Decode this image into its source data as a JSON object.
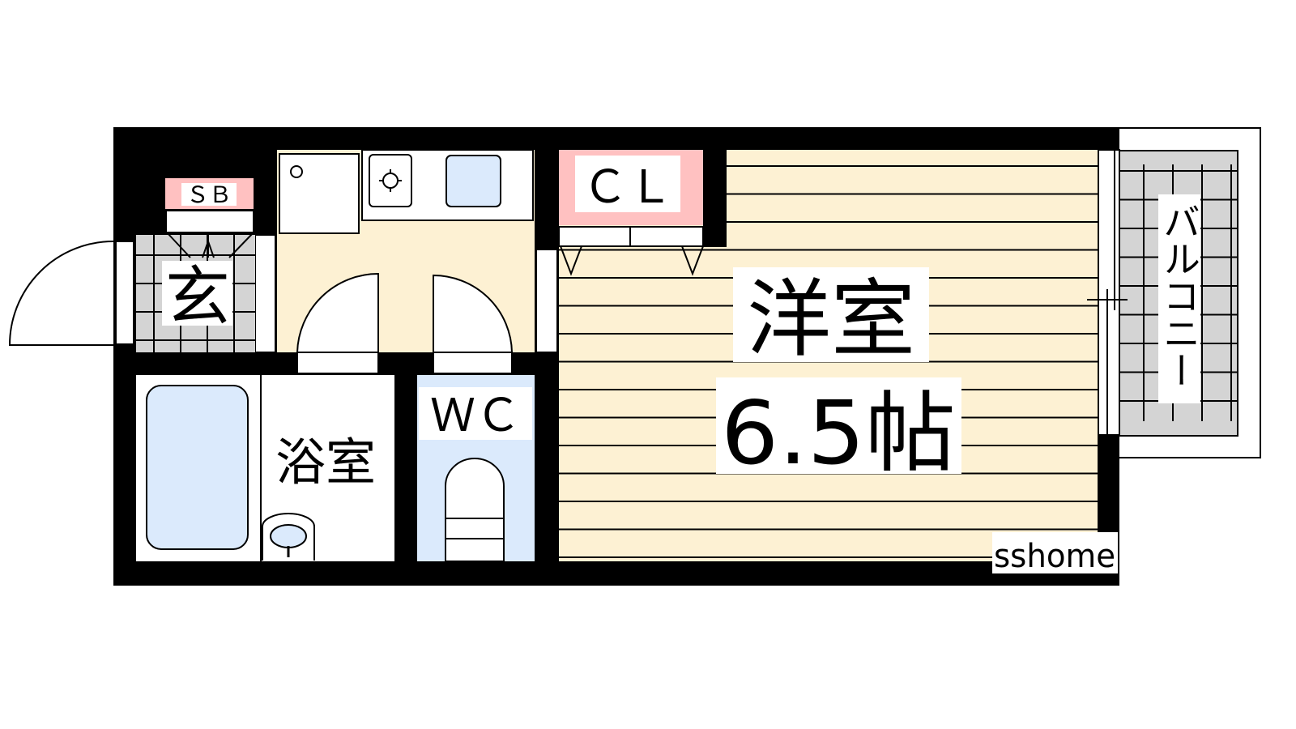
{
  "floorplan": {
    "rooms": {
      "western_room": {
        "name": "洋室",
        "size": "6.5帖"
      },
      "closet": "ＣＬ",
      "shoe_box": "ＳＢ",
      "entrance": "玄",
      "bathroom": "浴室",
      "toilet": "ＷＣ",
      "balcony": "バルコニー"
    },
    "watermark": "sshome"
  },
  "colors": {
    "wall": "#000000",
    "floor_wood": "#fdf1d3",
    "tile": "#d4d4d4",
    "storage": "#ffc1c1",
    "water": "#dbeafc"
  }
}
